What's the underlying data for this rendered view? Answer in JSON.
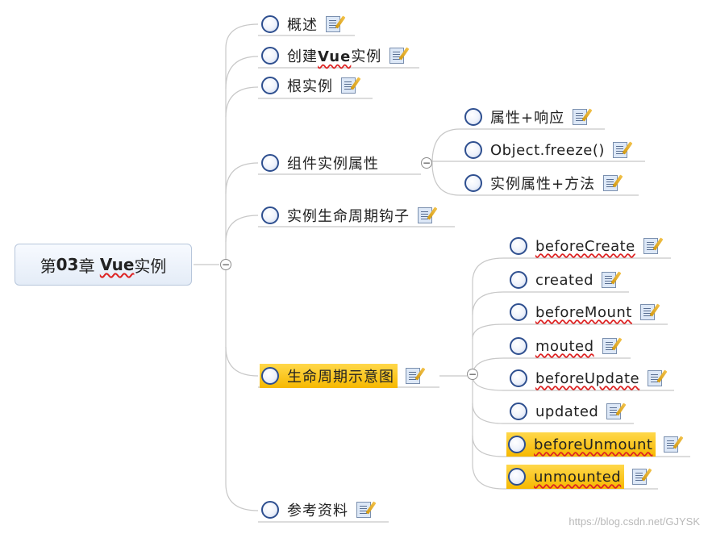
{
  "root": {
    "prefix": "第",
    "num": "03",
    "mid": "章 ",
    "vue": "Vue",
    "suffix": "实例"
  },
  "branches": [
    {
      "label": "概述"
    },
    {
      "label_prefix": "创建",
      "label_vue": "Vue",
      "label_suffix": "实例"
    },
    {
      "label": "根实例"
    },
    {
      "label": "组件实例属性",
      "children": [
        {
          "label": "属性+响应"
        },
        {
          "label": "Object.freeze()"
        },
        {
          "label": "实例属性+方法"
        }
      ]
    },
    {
      "label": "实例生命周期钩子"
    },
    {
      "label": "生命周期示意图",
      "highlighted": true,
      "children": [
        {
          "label": "beforeCreate"
        },
        {
          "label": "created"
        },
        {
          "label": "beforeMount"
        },
        {
          "label": "mouted"
        },
        {
          "label": "beforeUpdate"
        },
        {
          "label": "updated"
        },
        {
          "label": "beforeUnmount",
          "highlighted": true
        },
        {
          "label": "unmounted",
          "highlighted": true
        }
      ]
    },
    {
      "label": "参考资料"
    }
  ],
  "collapse_symbol": "−",
  "watermark": "https://blog.csdn.net/GJYSK",
  "colors": {
    "highlight": "#f6c400",
    "node_border": "#2e4f8f",
    "connector": "#c8c8c8"
  }
}
